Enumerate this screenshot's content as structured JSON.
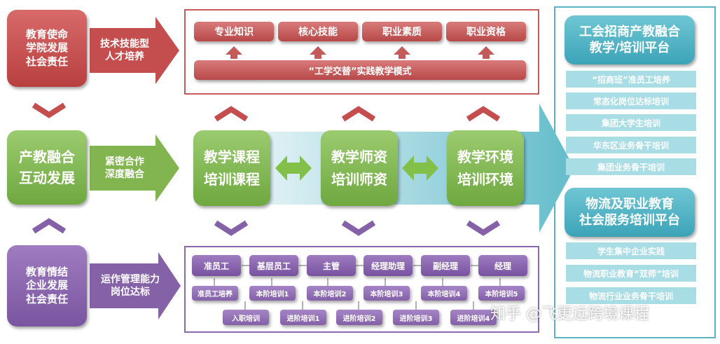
{
  "left": {
    "red": "教育使命\n学院发展\n社会责任",
    "green": "产教融合\n互动发展",
    "purple": "教育情结\n企业发展\n社会责任"
  },
  "arrows": {
    "red": "技术技能型\n人才培养",
    "green": "紧密合作\n深度融合",
    "purple": "运作管理能力\n岗位达标"
  },
  "top": {
    "pills": [
      "专业知识",
      "核心技能",
      "职业素质",
      "职业资格"
    ],
    "bar": "“工学交替”实践教学模式"
  },
  "middle": {
    "boxes": [
      "教学课程\n培训课程",
      "教学师资\n培训师资",
      "教学环境\n培训环境"
    ]
  },
  "bottom": {
    "levels": [
      "准员工",
      "基层员工",
      "主管",
      "经理助理",
      "副经理",
      "经理"
    ],
    "subs": [
      "准员工培养",
      "本阶培训1",
      "本阶培训2",
      "本阶培训3",
      "本阶培训4",
      "本阶培训5"
    ],
    "lower": [
      "入职培训",
      "进阶培训1",
      "进阶培训2",
      "进阶培训3",
      "进阶培训4"
    ]
  },
  "right": {
    "title1": "工会招商产教融合\n教学/培训平台",
    "items1": [
      "“招商班”准员工培养",
      "常态化岗位达标培训",
      "集团大学生培训",
      "华东区业务骨干培训",
      "集团业务骨干培训"
    ],
    "title2": "物流及职业教育\n社会服务培训平台",
    "items2": [
      "学生集中企业实践",
      "物流职业教育“双师”培训",
      "物流行业业务骨干培训"
    ]
  },
  "watermark": "知乎 @飞更远跨境课程",
  "colors": {
    "red": "#c44e4e",
    "green": "#7db34f",
    "purple": "#8562a8",
    "teal": "#4aafc0"
  }
}
